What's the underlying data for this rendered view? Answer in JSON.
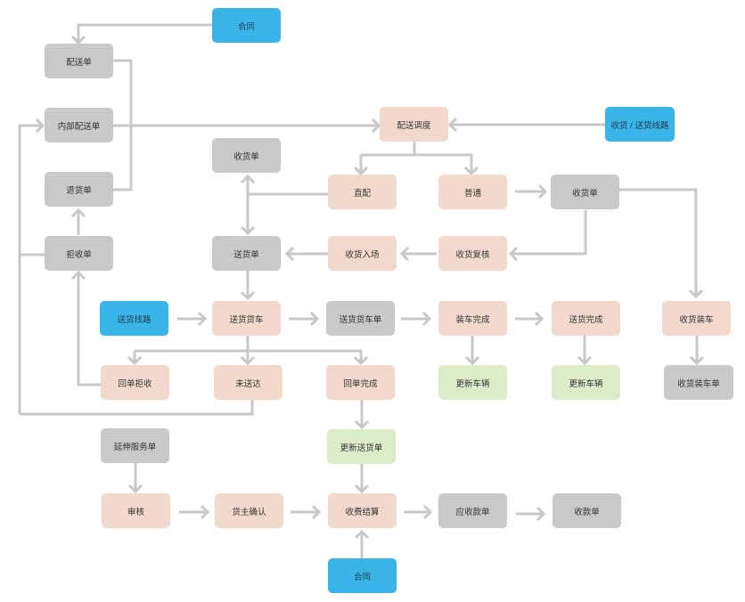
{
  "colors": {
    "blue": "#3bb5e8",
    "gray": "#c9c9c9",
    "peach": "#f2d9cb",
    "green": "#dcebc8",
    "connector": "#c8c8c8"
  },
  "nodes": {
    "contract_top": "合同",
    "delivery_note": "配送单",
    "internal_delivery_note": "内部配送单",
    "return_note": "退货单",
    "reject_note": "拒收单",
    "dispatch": "配送调度",
    "route_top": "收货 / 送货线路",
    "receipt_note_left": "收货单",
    "direct_delivery": "直配",
    "normal": "普通",
    "receipt_note_right": "收货单",
    "delivery_doc": "送货单",
    "warehouse_in": "收货入场",
    "receipt_review": "收货复核",
    "delivery_route": "送货线路",
    "delivery_truck": "送货货车",
    "delivery_truck_doc": "送货货车单",
    "loading_done": "装车完成",
    "delivery_done": "送货完成",
    "receipt_loading": "收货装车",
    "receipt_reject": "回单拒收",
    "not_delivered": "未送达",
    "receipt_done": "回单完成",
    "update_vehicle_1": "更新车辆",
    "update_vehicle_2": "更新车辆",
    "receipt_loading_doc": "收货装车单",
    "update_delivery_doc": "更新送货单",
    "extended_service_doc": "延伸服务单",
    "audit": "审核",
    "owner_confirm": "货主确认",
    "fee_settlement": "收费结算",
    "receivable_doc": "应收款单",
    "payment_doc": "收款单",
    "contract_bottom": "合同"
  }
}
